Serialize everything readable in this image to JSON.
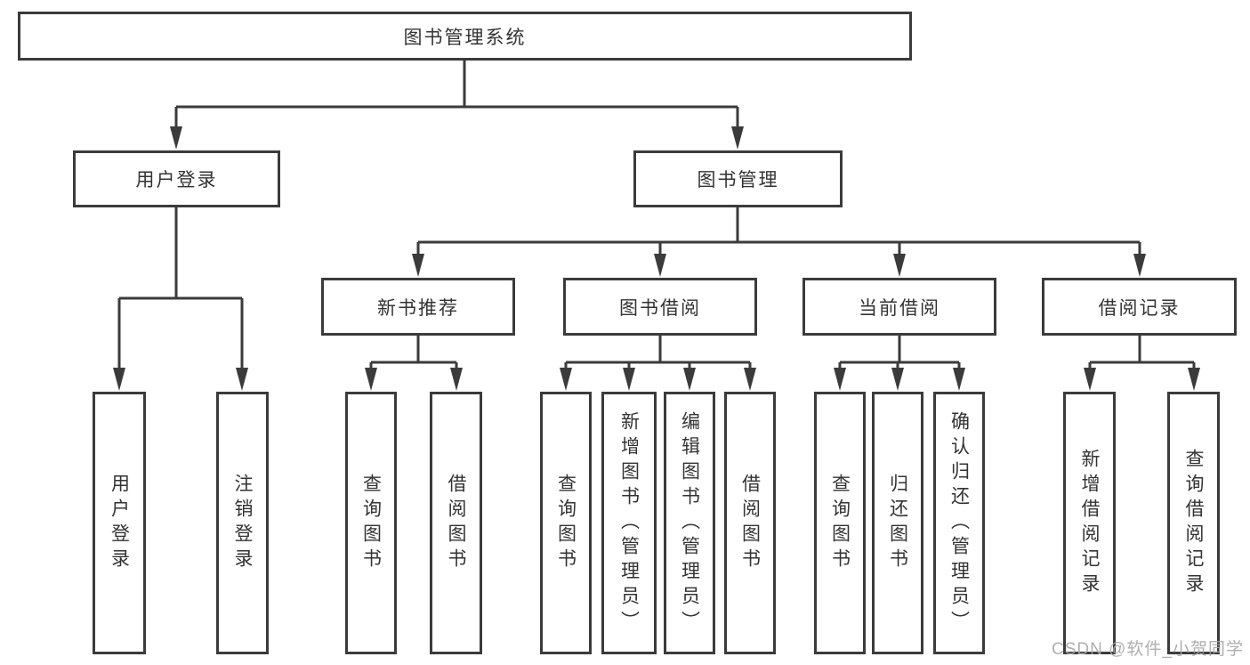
{
  "watermark": "CSDN @软件_小贺同学",
  "colors": {
    "line": "#3b3b3b",
    "border": "#3b3b3b",
    "text": "#333333",
    "watermark_gray": "#a8a8a8",
    "background": "#ffffff"
  },
  "tree": {
    "label": "图书管理系统",
    "children": [
      {
        "label": "用户登录",
        "children": [
          {
            "label": "用户登录"
          },
          {
            "label": "注销登录"
          }
        ]
      },
      {
        "label": "图书管理",
        "children": [
          {
            "label": "新书推荐",
            "children": [
              {
                "label": "查询图书"
              },
              {
                "label": "借阅图书"
              }
            ]
          },
          {
            "label": "图书借阅",
            "children": [
              {
                "label": "查询图书"
              },
              {
                "label": "新增图书（管理员）"
              },
              {
                "label": "编辑图书（管理员）"
              },
              {
                "label": "借阅图书"
              }
            ]
          },
          {
            "label": "当前借阅",
            "children": [
              {
                "label": "查询图书"
              },
              {
                "label": "归还图书"
              },
              {
                "label": "确认归还（管理员）"
              }
            ]
          },
          {
            "label": "借阅记录",
            "children": [
              {
                "label": "新增借阅记录"
              },
              {
                "label": "查询借阅记录"
              }
            ]
          }
        ]
      }
    ]
  }
}
